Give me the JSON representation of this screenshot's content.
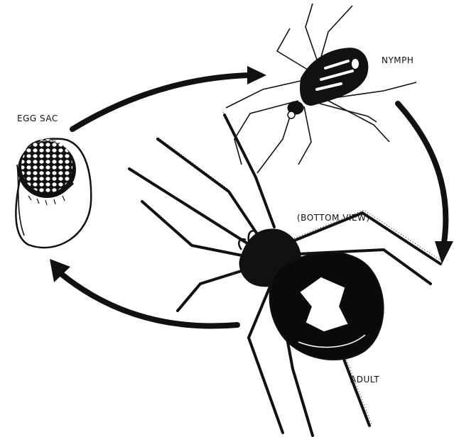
{
  "labels": {
    "egg_sac": "EGG SAC",
    "nymph": "NYMPH",
    "bottom_view": "(BOTTOM VIEW)",
    "adult": "ADULT"
  },
  "stages": [
    "egg-sac",
    "nymph",
    "adult"
  ],
  "colors": {
    "ink": "#111111",
    "paper": "#ffffff",
    "spider_body": "#0a0a0a"
  }
}
